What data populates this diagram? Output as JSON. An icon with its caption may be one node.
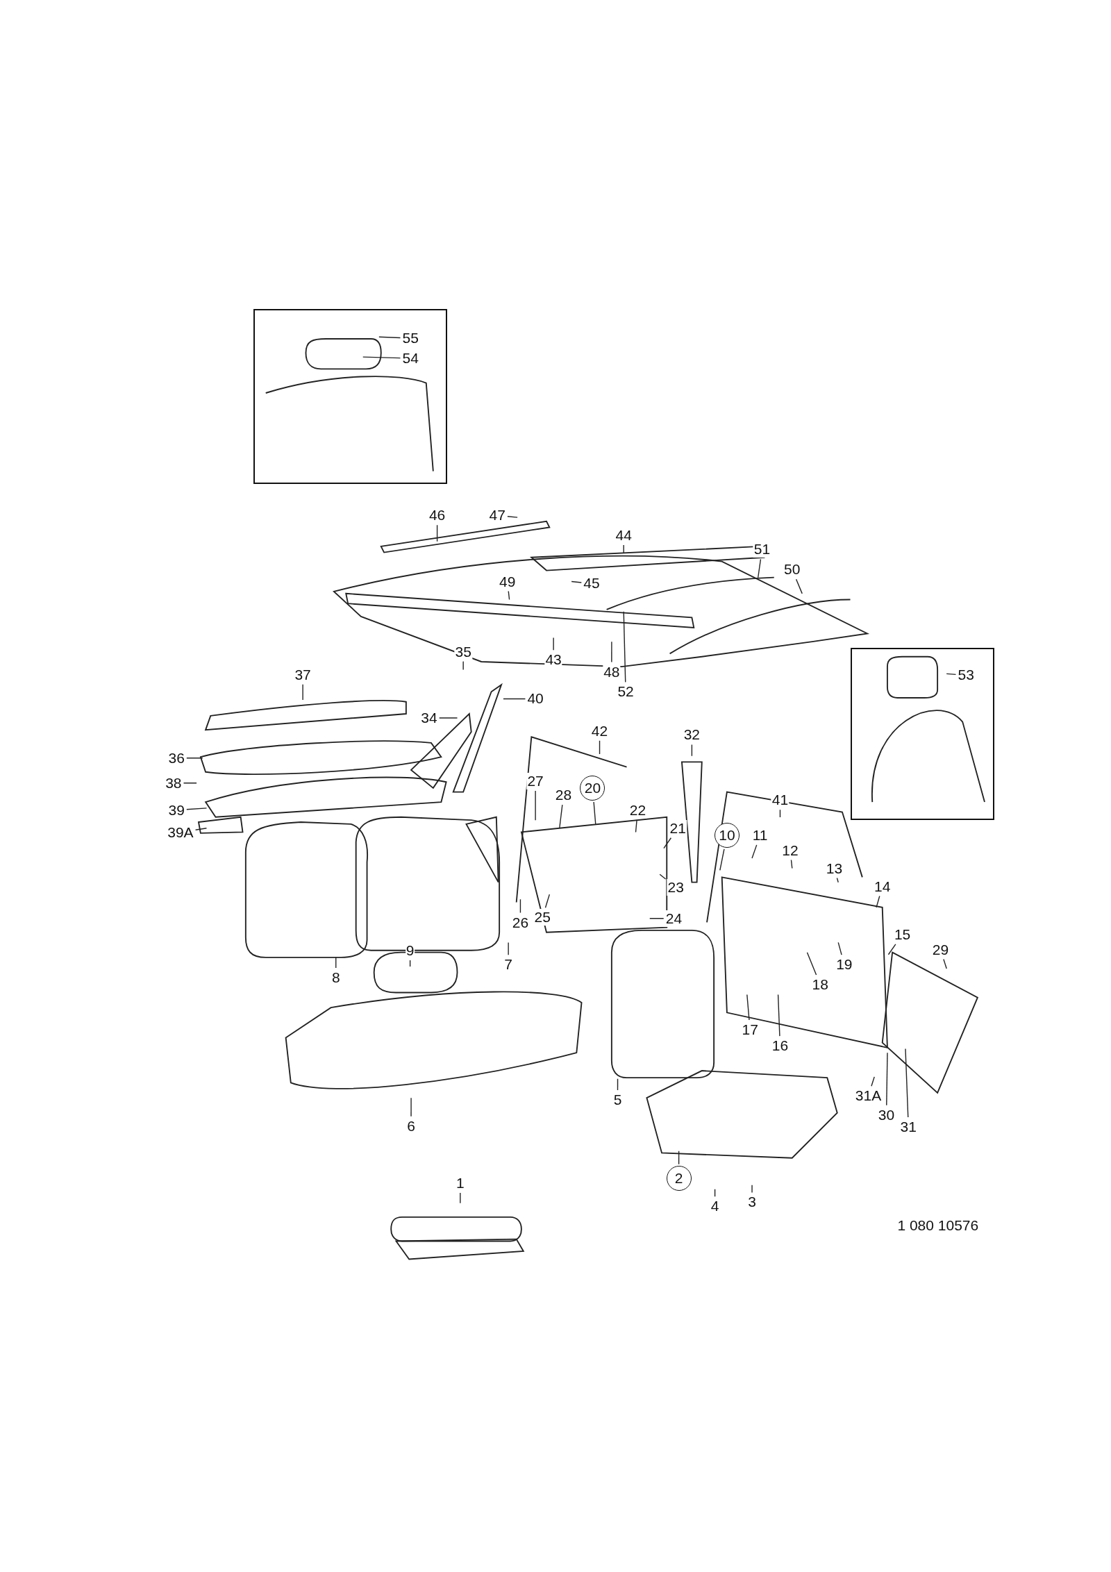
{
  "diagram": {
    "nodes": [
      {
        "text": [],
        "shape": "box"
      },
      {
        "text": [
          "55"
        ],
        "in": 0
      },
      {
        "text": [
          "54"
        ],
        "in": 0
      },
      {
        "text": [
          "46"
        ]
      },
      {
        "text": [
          "47"
        ]
      },
      {
        "text": [
          "44"
        ]
      },
      {
        "text": [
          "51"
        ]
      },
      {
        "text": [
          "45"
        ]
      },
      {
        "text": [
          "50"
        ]
      },
      {
        "text": [
          "49"
        ]
      },
      {
        "text": [
          "43"
        ]
      },
      {
        "text": [
          "48"
        ]
      },
      {
        "text": [
          "52"
        ]
      },
      {
        "text": [
          "35"
        ]
      },
      {
        "text": [],
        "shape": "box"
      },
      {
        "text": [
          "53"
        ],
        "in": 14
      },
      {
        "text": [
          "37"
        ]
      },
      {
        "text": [
          "40"
        ]
      },
      {
        "text": [
          "34"
        ]
      },
      {
        "text": [
          "42"
        ]
      },
      {
        "text": [
          "32"
        ]
      },
      {
        "text": [
          "36"
        ]
      },
      {
        "text": [
          "38"
        ]
      },
      {
        "text": [
          "27"
        ]
      },
      {
        "text": [
          "28"
        ]
      },
      {
        "text": [
          "20"
        ]
      },
      {
        "text": [
          "39"
        ]
      },
      {
        "text": [
          "41"
        ]
      },
      {
        "text": [
          "22"
        ]
      },
      {
        "text": [
          "21"
        ]
      },
      {
        "text": [
          "39A"
        ]
      },
      {
        "text": [
          "10"
        ]
      },
      {
        "text": [
          "11"
        ]
      },
      {
        "text": [
          "12"
        ]
      },
      {
        "text": [
          "13"
        ]
      },
      {
        "text": [
          "23"
        ]
      },
      {
        "text": [
          "14"
        ]
      },
      {
        "text": [
          "24"
        ]
      },
      {
        "text": [
          "26"
        ]
      },
      {
        "text": [
          "25"
        ]
      },
      {
        "text": [
          "15"
        ]
      },
      {
        "text": [
          "29"
        ]
      },
      {
        "text": [
          "7"
        ]
      },
      {
        "text": [
          "9"
        ]
      },
      {
        "text": [
          "19"
        ]
      },
      {
        "text": [
          "8"
        ]
      },
      {
        "text": [
          "18"
        ]
      },
      {
        "text": [
          "17"
        ]
      },
      {
        "text": [
          "16"
        ]
      },
      {
        "text": [
          "31A"
        ]
      },
      {
        "text": [
          "5"
        ]
      },
      {
        "text": [
          "30"
        ]
      },
      {
        "text": [
          "31"
        ]
      },
      {
        "text": [
          "6"
        ]
      },
      {
        "text": [
          "2"
        ]
      },
      {
        "text": [
          "1"
        ]
      },
      {
        "text": [
          "4"
        ]
      },
      {
        "text": [
          "3"
        ]
      }
    ],
    "edges": [
      {
        "from": 1,
        "to": null,
        "arrow": "none"
      },
      {
        "from": 2,
        "to": null,
        "arrow": "none"
      },
      {
        "from": 3,
        "to": null,
        "arrow": "none"
      },
      {
        "from": 4,
        "to": null,
        "arrow": "none"
      },
      {
        "from": 5,
        "to": null,
        "arrow": "none"
      },
      {
        "from": 6,
        "to": null,
        "arrow": "none"
      },
      {
        "from": 7,
        "to": null,
        "arrow": "none"
      },
      {
        "from": 8,
        "to": null,
        "arrow": "none"
      },
      {
        "from": 9,
        "to": null,
        "arrow": "none"
      },
      {
        "from": 10,
        "to": null,
        "arrow": "none"
      },
      {
        "from": 11,
        "to": null,
        "arrow": "none"
      },
      {
        "from": 12,
        "to": null,
        "arrow": "none"
      },
      {
        "from": 13,
        "to": null,
        "arrow": "none"
      },
      {
        "from": 15,
        "to": null,
        "arrow": "none"
      },
      {
        "from": 16,
        "to": null,
        "arrow": "none"
      },
      {
        "from": 17,
        "to": null,
        "arrow": "none"
      },
      {
        "from": 18,
        "to": null,
        "arrow": "none"
      },
      {
        "from": 19,
        "to": null,
        "arrow": "none"
      },
      {
        "from": 20,
        "to": null,
        "arrow": "none"
      },
      {
        "from": 21,
        "to": null,
        "arrow": "none"
      },
      {
        "from": 22,
        "to": null,
        "arrow": "none"
      },
      {
        "from": 23,
        "to": null,
        "arrow": "none"
      },
      {
        "from": 24,
        "to": null,
        "arrow": "none"
      },
      {
        "from": 25,
        "to": null,
        "arrow": "none"
      },
      {
        "from": 26,
        "to": null,
        "arrow": "none"
      },
      {
        "from": 27,
        "to": null,
        "arrow": "none"
      },
      {
        "from": 28,
        "to": null,
        "arrow": "none"
      },
      {
        "from": 29,
        "to": null,
        "arrow": "none"
      },
      {
        "from": 30,
        "to": null,
        "arrow": "none"
      },
      {
        "from": 31,
        "to": null,
        "arrow": "none"
      },
      {
        "from": 32,
        "to": null,
        "arrow": "none"
      },
      {
        "from": 33,
        "to": null,
        "arrow": "none"
      },
      {
        "from": 34,
        "to": null,
        "arrow": "none"
      },
      {
        "from": 35,
        "to": null,
        "arrow": "none"
      },
      {
        "from": 36,
        "to": null,
        "arrow": "none"
      },
      {
        "from": 37,
        "to": null,
        "arrow": "none"
      },
      {
        "from": 38,
        "to": null,
        "arrow": "none"
      },
      {
        "from": 39,
        "to": null,
        "arrow": "none"
      },
      {
        "from": 40,
        "to": null,
        "arrow": "none"
      },
      {
        "from": 41,
        "to": null,
        "arrow": "none"
      },
      {
        "from": 42,
        "to": null,
        "arrow": "none"
      },
      {
        "from": 43,
        "to": null,
        "arrow": "none"
      },
      {
        "from": 44,
        "to": null,
        "arrow": "none"
      },
      {
        "from": 45,
        "to": null,
        "arrow": "none"
      },
      {
        "from": 46,
        "to": null,
        "arrow": "none"
      },
      {
        "from": 47,
        "to": null,
        "arrow": "none"
      },
      {
        "from": 48,
        "to": null,
        "arrow": "none"
      },
      {
        "from": 49,
        "to": null,
        "arrow": "none"
      },
      {
        "from": 50,
        "to": null,
        "arrow": "none"
      },
      {
        "from": 51,
        "to": null,
        "arrow": "none"
      },
      {
        "from": 52,
        "to": null,
        "arrow": "none"
      },
      {
        "from": 53,
        "to": null,
        "arrow": "none"
      },
      {
        "from": 54,
        "to": null,
        "arrow": "none"
      },
      {
        "from": 55,
        "to": null,
        "arrow": "none"
      },
      {
        "from": 56,
        "to": null,
        "arrow": "none"
      },
      {
        "from": 57,
        "to": null,
        "arrow": "none"
      }
    ],
    "labels": [
      "1 080 10576"
    ]
  }
}
